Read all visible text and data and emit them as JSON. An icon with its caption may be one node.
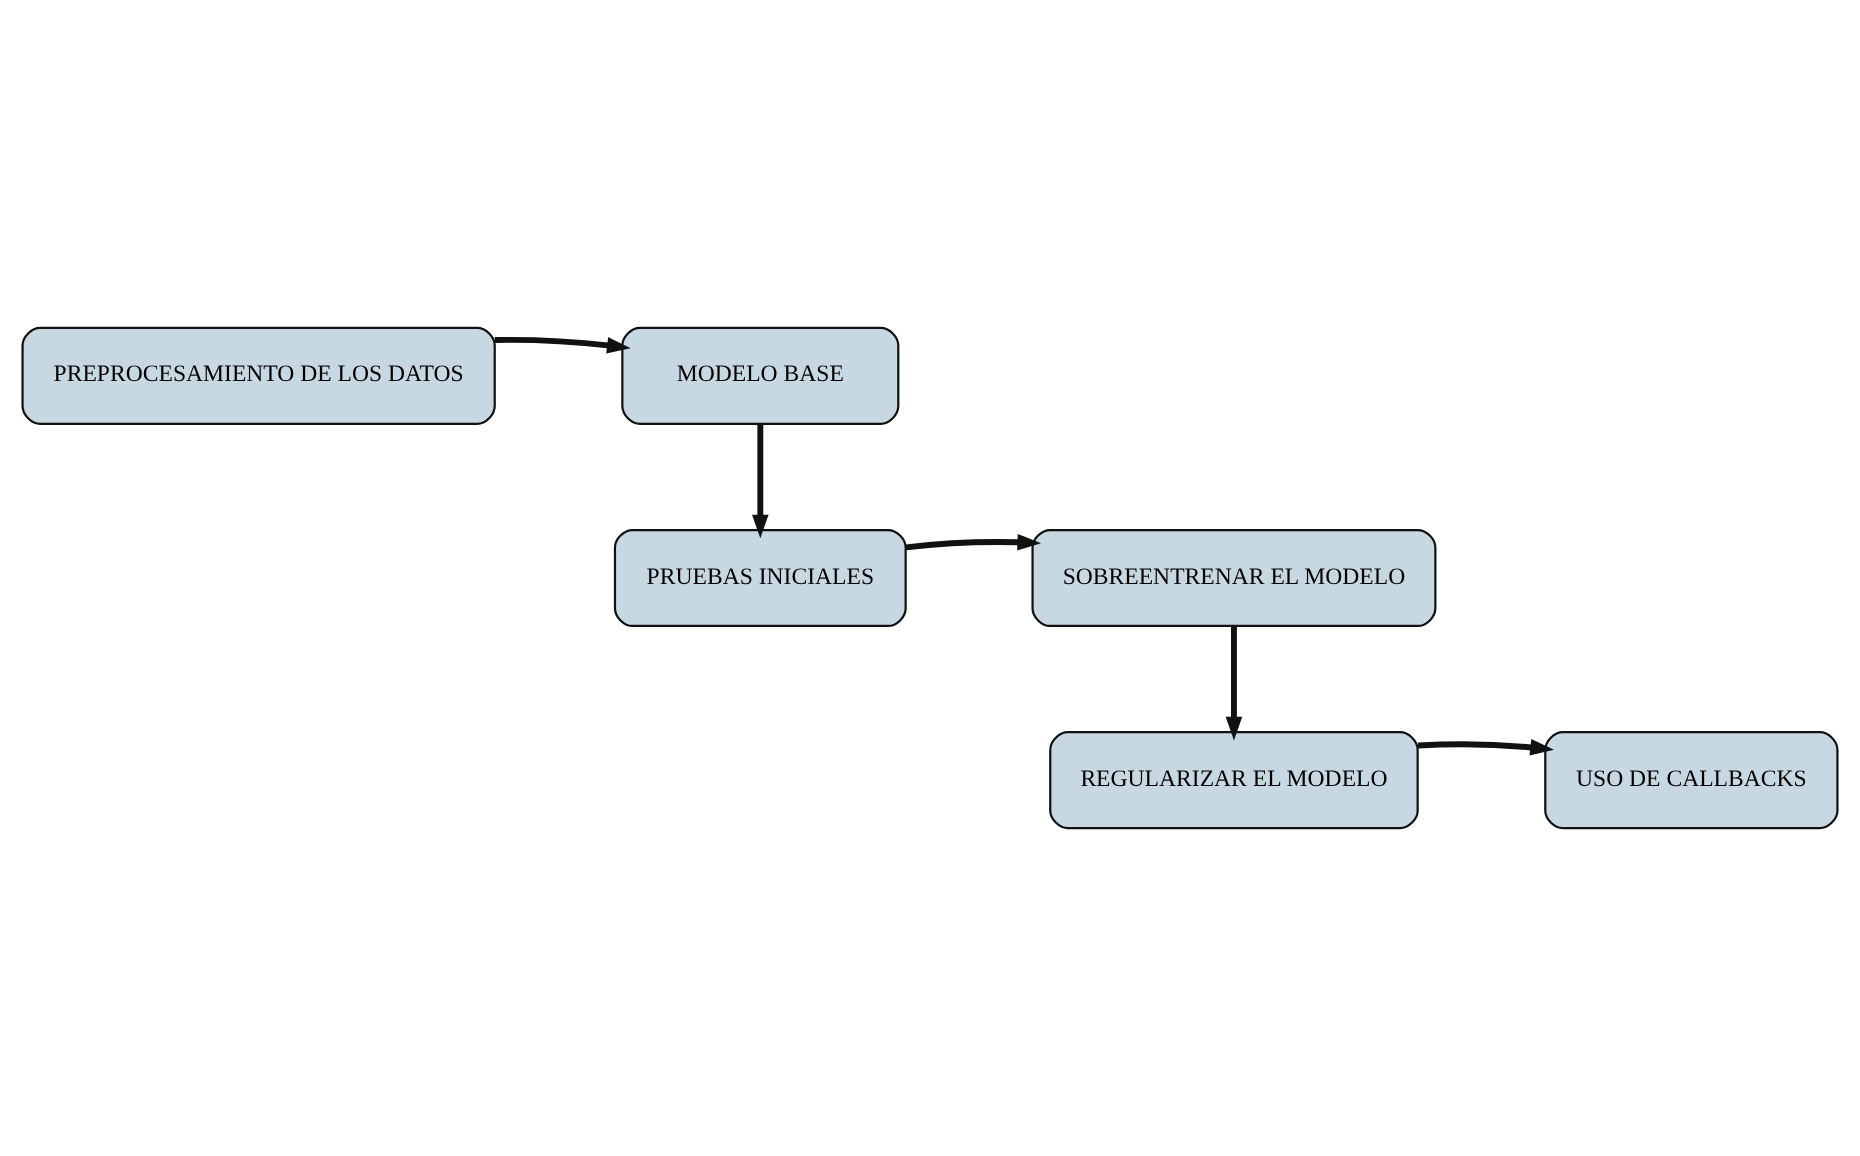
{
  "diagram": {
    "nodes": [
      {
        "text": [
          "PREPROCESAMIENTO DE LOS DATOS"
        ]
      },
      {
        "text": [
          "MODELO BASE"
        ]
      },
      {
        "text": [
          "SOBREENTRENAR EL MODELO"
        ]
      },
      {
        "text": [
          "PRUEBAS INICIALES"
        ]
      },
      {
        "text": [
          "REGULARIZAR EL MODELO"
        ]
      },
      {
        "text": [
          "USO DE CALLBACKS"
        ]
      }
    ],
    "edges": [
      {
        "from": 0,
        "to": 1,
        "arrow": "to"
      },
      {
        "from": 1,
        "to": 3,
        "arrow": "to"
      },
      {
        "from": 3,
        "to": 2,
        "arrow": "to"
      },
      {
        "from": 2,
        "to": 4,
        "arrow": "to"
      },
      {
        "from": 4,
        "to": 5,
        "arrow": "to"
      }
    ]
  }
}
